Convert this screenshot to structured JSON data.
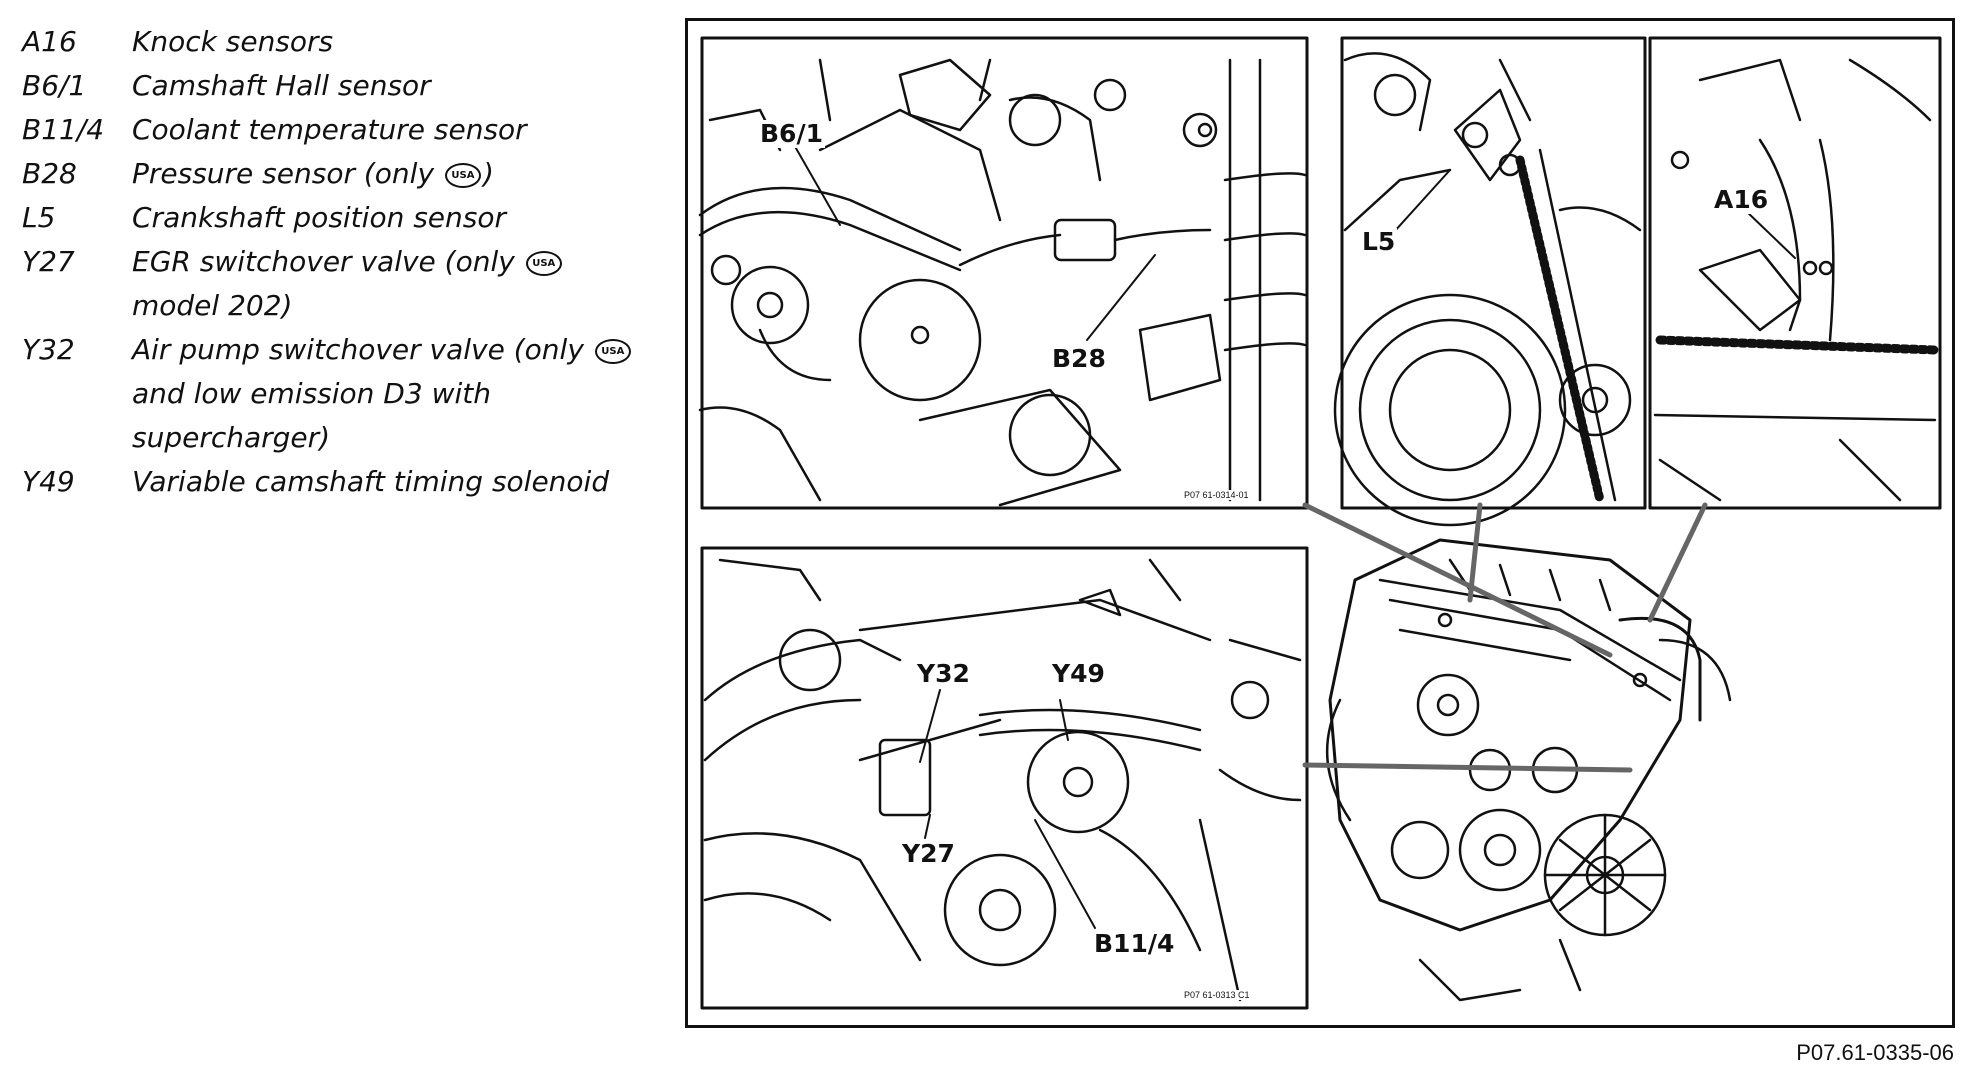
{
  "legend": [
    {
      "code": "A16",
      "text": "Knock sensors",
      "cont": []
    },
    {
      "code": "B6/1",
      "text": "Camshaft Hall sensor",
      "cont": []
    },
    {
      "code": "B11/4",
      "text": "Coolant temperature sensor",
      "cont": []
    },
    {
      "code": "B28",
      "text": "Pressure sensor (only",
      "after": ")",
      "cont": []
    },
    {
      "code": "L5",
      "text": "Crankshaft position sensor",
      "cont": []
    },
    {
      "code": "Y27",
      "text": "EGR switchover valve (only",
      "cont": [
        "model 202)"
      ]
    },
    {
      "code": "Y32",
      "text": "Air pump switchover valve (only",
      "cont": [
        "and low emission D3 with",
        "supercharger)"
      ]
    },
    {
      "code": "Y49",
      "text": "Variable camshaft timing solenoid",
      "cont": []
    }
  ],
  "usa_badge": "USA",
  "callouts": {
    "b6_1": "B6/1",
    "b28": "B28",
    "l5": "L5",
    "a16": "A16",
    "y32": "Y32",
    "y49": "Y49",
    "y27": "Y27",
    "b11_4": "B11/4"
  },
  "panel_codes": {
    "top_left": "P07 61-0314-01",
    "bottom_left": "P07 61-0313 C1"
  },
  "figure_id": "P07.61-0335-06"
}
